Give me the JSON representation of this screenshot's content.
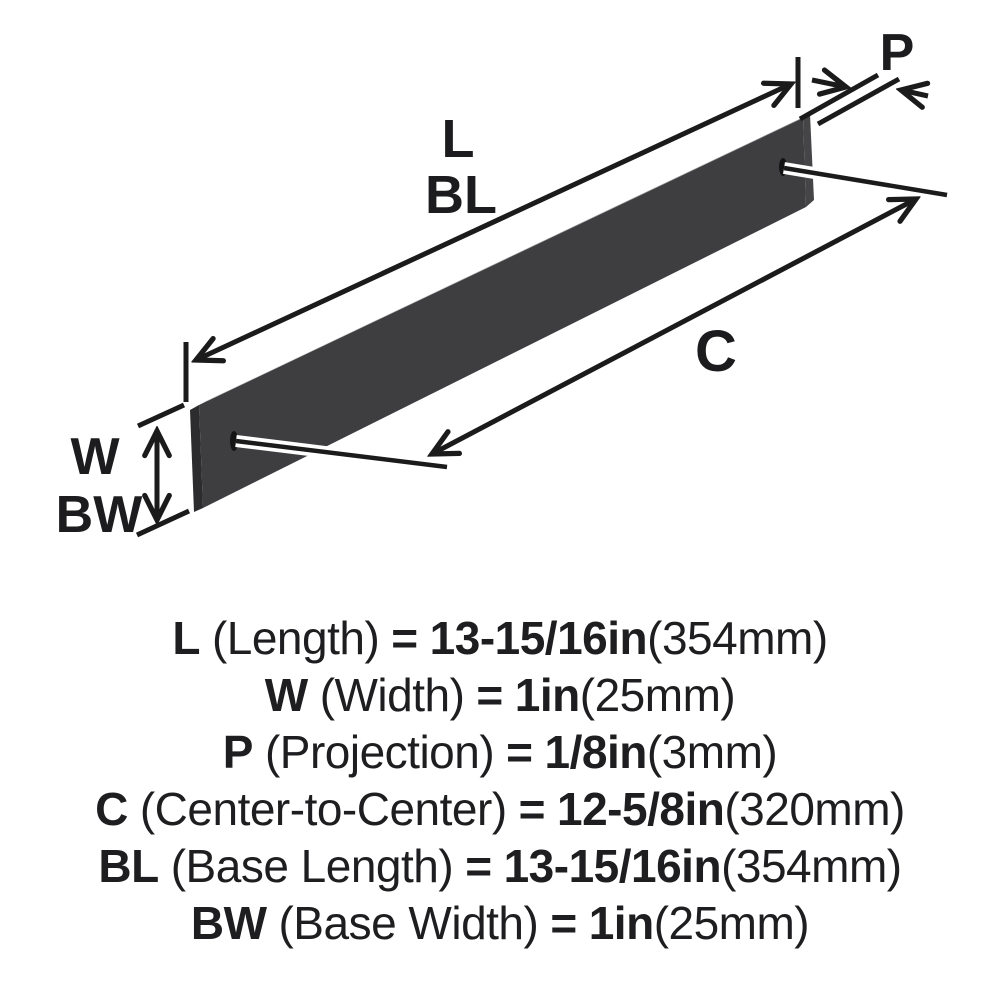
{
  "diagram": {
    "labels": {
      "length": "L",
      "base_length": "BL",
      "projection": "P",
      "center_to_center": "C",
      "width": "W",
      "base_width": "BW"
    },
    "colors": {
      "bar_front": "#3e3e40",
      "bar_top_light": "#c9c9c9",
      "bar_top_dark": "#8f8f8f",
      "bar_left_end": "#2c2c2e",
      "bar_right_end": "#454547",
      "line": "#1b1b1b",
      "background": "#ffffff"
    }
  },
  "legend": {
    "rows": [
      {
        "key": "L",
        "name": "(Length)",
        "eq": "=",
        "value": "13-15/16in",
        "metric": "(354mm)"
      },
      {
        "key": "W",
        "name": "(Width)",
        "eq": "=",
        "value": "1in",
        "metric": "(25mm)"
      },
      {
        "key": "P",
        "name": "(Projection)",
        "eq": "=",
        "value": "1/8in",
        "metric": "(3mm)"
      },
      {
        "key": "C",
        "name": "(Center-to-Center)",
        "eq": "=",
        "value": "12-5/8in",
        "metric": "(320mm)"
      },
      {
        "key": "BL",
        "name": "(Base Length)",
        "eq": "=",
        "value": "13-15/16in",
        "metric": "(354mm)"
      },
      {
        "key": "BW",
        "name": "(Base Width)",
        "eq": "=",
        "value": "1in",
        "metric": "(25mm)"
      }
    ]
  }
}
